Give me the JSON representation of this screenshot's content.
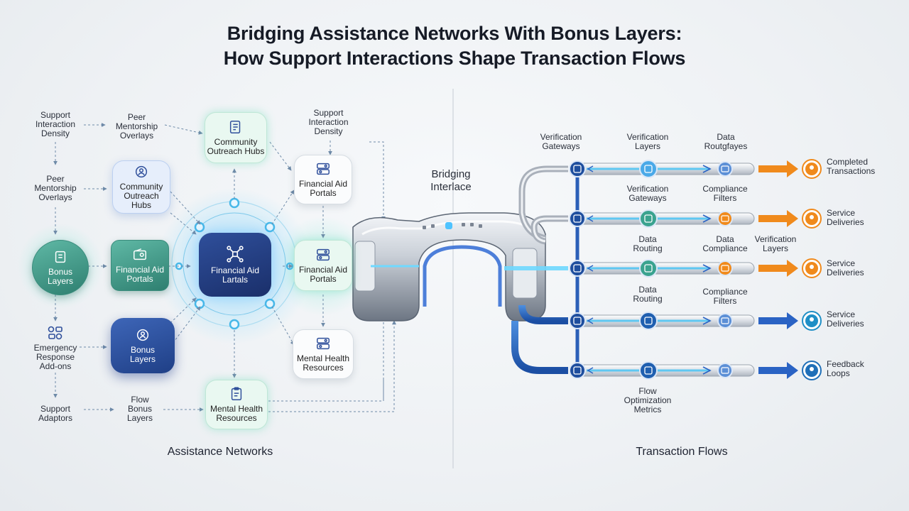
{
  "title": {
    "line1": "Bridging Assistance Networks With Bonus Layers:",
    "line2": "How Support Interactions Shape Transaction Flows"
  },
  "sections": {
    "left": "Assistance Networks",
    "right": "Transaction Flows",
    "bridge_line1": "Bridging",
    "bridge_line2": "Interlace"
  },
  "left_labels": {
    "support_density_l1": "Support",
    "support_density_l2": "Interaction",
    "support_density_l3": "Density",
    "peer_top_l1": "Peer",
    "peer_top_l2": "Mentorship",
    "peer_top_l3": "Overlays",
    "peer_mid_l1": "Peer",
    "peer_mid_l2": "Mentorship",
    "peer_mid_l3": "Overlays",
    "emergency_l1": "Emergency",
    "emergency_l2": "Response",
    "emergency_l3": "Add-ons",
    "support_adaptors_l1": "Support",
    "support_adaptors_l2": "Adaptors",
    "flow_bonus_l1": "Flow",
    "flow_bonus_l2": "Bonus",
    "flow_bonus_l3": "Layers",
    "support_density_r_l1": "Support",
    "support_density_r_l2": "Interaction",
    "support_density_r_l3": "Density"
  },
  "nodes": {
    "community_top_l1": "Community",
    "community_top_l2": "Outreach Hubs",
    "community_left_l1": "Community",
    "community_left_l2": "Outreach",
    "community_left_l3": "Hubs",
    "bonus_left_l1": "Bonus",
    "bonus_left_l2": "Layers",
    "financial_left_l1": "Financial Aid",
    "financial_left_l2": "Portals",
    "center_l1": "Financial Aid",
    "center_l2": "Lartals",
    "bonus_bottom_l1": "Bonus",
    "bonus_bottom_l2": "Layers",
    "financial_right_top_l1": "Financial Aid",
    "financial_right_top_l2": "Portals",
    "financial_right_mid_l1": "Financial Aid",
    "financial_right_mid_l2": "Portals",
    "mental_right_l1": "Mental Health",
    "mental_right_l2": "Resources",
    "mental_bottom_l1": "Mental Health",
    "mental_bottom_l2": "Resources"
  },
  "flow_labels": {
    "verif_gateways_l1": "Verification",
    "verif_gateways_l2": "Gateways",
    "verif_layers_l1": "Verification",
    "verif_layers_l2": "Layers",
    "data_routgfayes_l1": "Data",
    "data_routgfayes_l2": "Routgfayes",
    "verif_gateways2_l1": "Verification",
    "verif_gateways2_l2": "Gateways",
    "compliance1_l1": "Compliance",
    "compliance1_l2": "Filters",
    "data_routing1_l1": "Data",
    "data_routing1_l2": "Routing",
    "data_compliance_l1": "Data",
    "data_compliance_l2": "Compliance",
    "verif_layers2_l1": "Verification",
    "verif_layers2_l2": "Layers",
    "data_routing2_l1": "Data",
    "data_routing2_l2": "Routing",
    "compliance2_l1": "Compliance",
    "compliance2_l2": "Filters",
    "flow_opt_l1": "Flow",
    "flow_opt_l2": "Optimization",
    "flow_opt_l3": "Metrics"
  },
  "outputs": {
    "o1_l1": "Completed",
    "o1_l2": "Transactions",
    "o2_l1": "Service",
    "o2_l2": "Deliveries",
    "o3_l1": "Service",
    "o3_l2": "Deliveries",
    "o4_l1": "Service",
    "o4_l2": "Deliveries",
    "o5_l1": "Feedback",
    "o5_l2": "Loops"
  },
  "colors": {
    "teal": "#3aa38f",
    "navy": "#1f3f86",
    "cyan": "#49c6f0",
    "orange": "#f08a1c",
    "blue_arrow": "#2a63c4"
  }
}
